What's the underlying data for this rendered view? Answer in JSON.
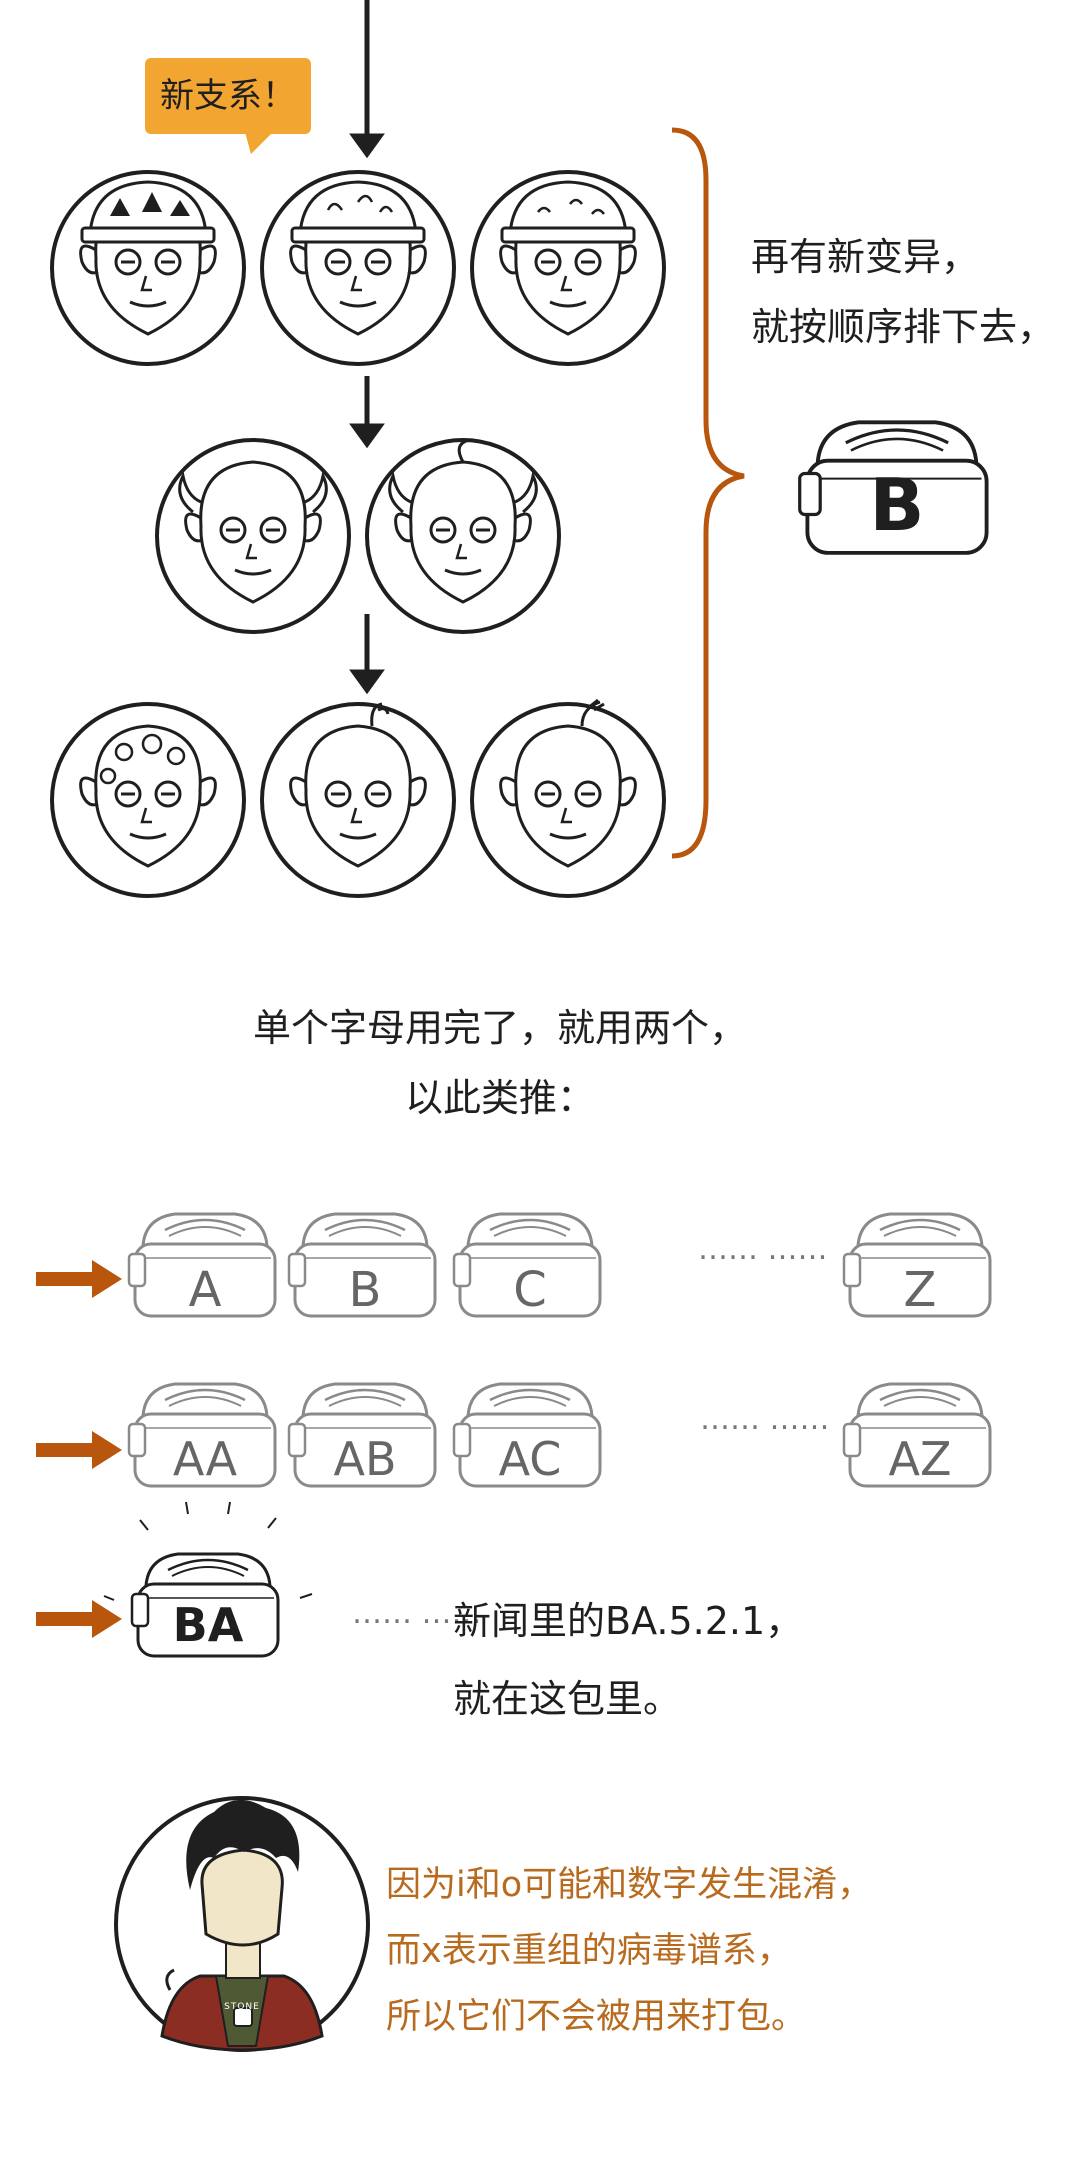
{
  "bubble_text": "新支系！",
  "right_text": [
    "再有新变异，",
    "就按顺序排下去，"
  ],
  "cooker_main_label": "B",
  "middle_text": [
    "单个字母用完了，就用两个，",
    "以此类推："
  ],
  "row1_labels": [
    "A",
    "B",
    "C",
    "Z"
  ],
  "row2_labels": [
    "AA",
    "AB",
    "AC",
    "AZ"
  ],
  "row3_label": "BA",
  "ellipsis": "…… ……",
  "news_text": [
    "新闻里的BA.5.2.1，",
    "就在这包里。"
  ],
  "note_text": [
    "因为i和o可能和数字发生混淆，",
    "而x表示重组的病毒谱系，",
    "所以它们不会被用来打包。"
  ],
  "character_shirt_text": "STONE",
  "colors": {
    "accent_orange": "#f2a531",
    "brace_arrow_brown": "#b8560e",
    "note_text": "#b86b1f",
    "ink": "#1f1f1f",
    "cooker_gray": "#8a8a8a"
  }
}
